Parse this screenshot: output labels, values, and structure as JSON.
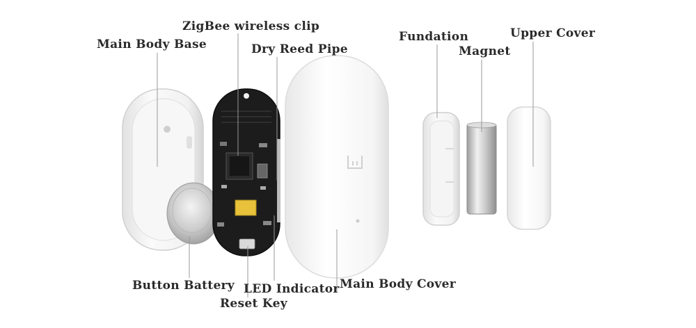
{
  "labels": {
    "zigbee_clip": "ZigBee wireless clip",
    "main_body_base": "Main Body Base",
    "dry_reed_pipe": "Dry Reed Pipe",
    "fundation": "Fundation",
    "magnet": "Magnet",
    "upper_cover": "Upper Cover",
    "button_battery": "Button Battery",
    "led_indicator": "LED Indicator",
    "reset_key": "Reset Key",
    "main_body_cover": "Main Body Cover"
  },
  "colors": {
    "plastic": "#f4f4f4",
    "plastic_shadow": "#dcdcdc",
    "pcb": "#1c1c1c",
    "chip_gold": "#e8c23a",
    "metal": "#c9c9c9",
    "text": "#2a2a2a",
    "leader": "#9a9a9a"
  },
  "icons": {
    "cover_logo": "mi-logo-icon"
  }
}
